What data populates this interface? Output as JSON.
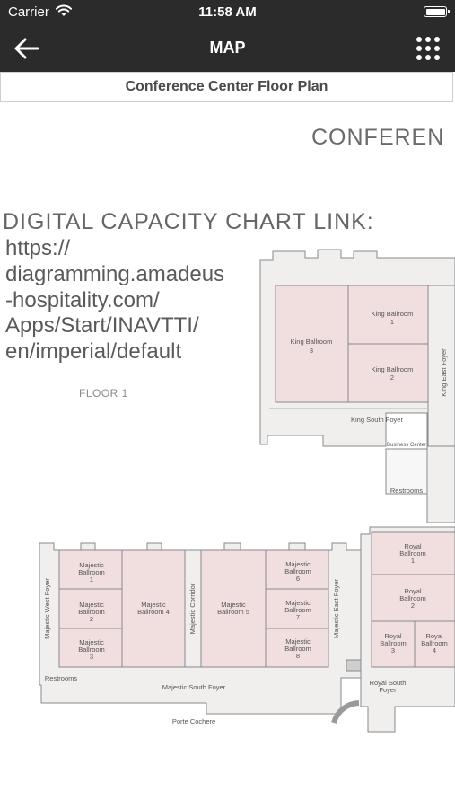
{
  "status_bar": {
    "carrier": "Carrier",
    "time": "11:58 AM"
  },
  "nav": {
    "title": "MAP"
  },
  "subheader": {
    "title": "Conference Center Floor Plan"
  },
  "map": {
    "conference_heading": "CONFEREN",
    "capacity_heading": "DIGITAL CAPACITY CHART LINK:",
    "link_lines": [
      "https://",
      "diagramming.amadeus",
      "-hospitality.com/",
      "Apps/Start/INAVTTI/",
      "en/imperial/default"
    ],
    "floor_label": "FLOOR 1",
    "rooms": {
      "king3": [
        "King Ballroom",
        "3"
      ],
      "king1": [
        "King Ballroom",
        "1"
      ],
      "king2": [
        "King Ballroom",
        "2"
      ],
      "king_east_foyer": "King East Foyer",
      "king_south_foyer": "King South Foyer",
      "business_center": "Business Center",
      "restrooms_upper": "Restrooms",
      "majestic1": [
        "Majestic",
        "Ballroom",
        "1"
      ],
      "majestic2": [
        "Majestic",
        "Ballroom",
        "2"
      ],
      "majestic3": [
        "Majestic",
        "Ballroom",
        "3"
      ],
      "majestic4": [
        "Majestic",
        "Ballroom 4"
      ],
      "majestic_corridor": "Majestic Corridor",
      "majestic5": [
        "Majestic",
        "Ballroom 5"
      ],
      "majestic6": [
        "Majestic",
        "Ballroom",
        "6"
      ],
      "majestic7": [
        "Majestic",
        "Ballroom",
        "7"
      ],
      "majestic8": [
        "Majestic",
        "Ballroom",
        "8"
      ],
      "majestic_west_foyer": "Majestic West Foyer",
      "majestic_east_foyer": "Majestic East Foyer",
      "restrooms_lower": "Restrooms",
      "majestic_south_foyer": "Majestic South Foyer",
      "porte_cochere": "Porte Cochere",
      "royal1": [
        "Royal",
        "Ballroom",
        "1"
      ],
      "royal2": [
        "Royal",
        "Ballroom",
        "2"
      ],
      "royal3": [
        "Royal",
        "Ballroom",
        "3"
      ],
      "royal4": [
        "Royal",
        "Ballroom",
        "4"
      ],
      "royal_south_foyer": [
        "Royal South",
        "Foyer"
      ]
    }
  },
  "colors": {
    "bar": "#2b2b2b",
    "room_fill": "#f1dfe0",
    "floor_fill": "#f0efee",
    "wall": "#8a8a8a"
  },
  "icons": {
    "back": "arrow-left-icon",
    "menu": "grid-dots-icon",
    "wifi": "wifi-icon",
    "battery": "battery-icon"
  }
}
